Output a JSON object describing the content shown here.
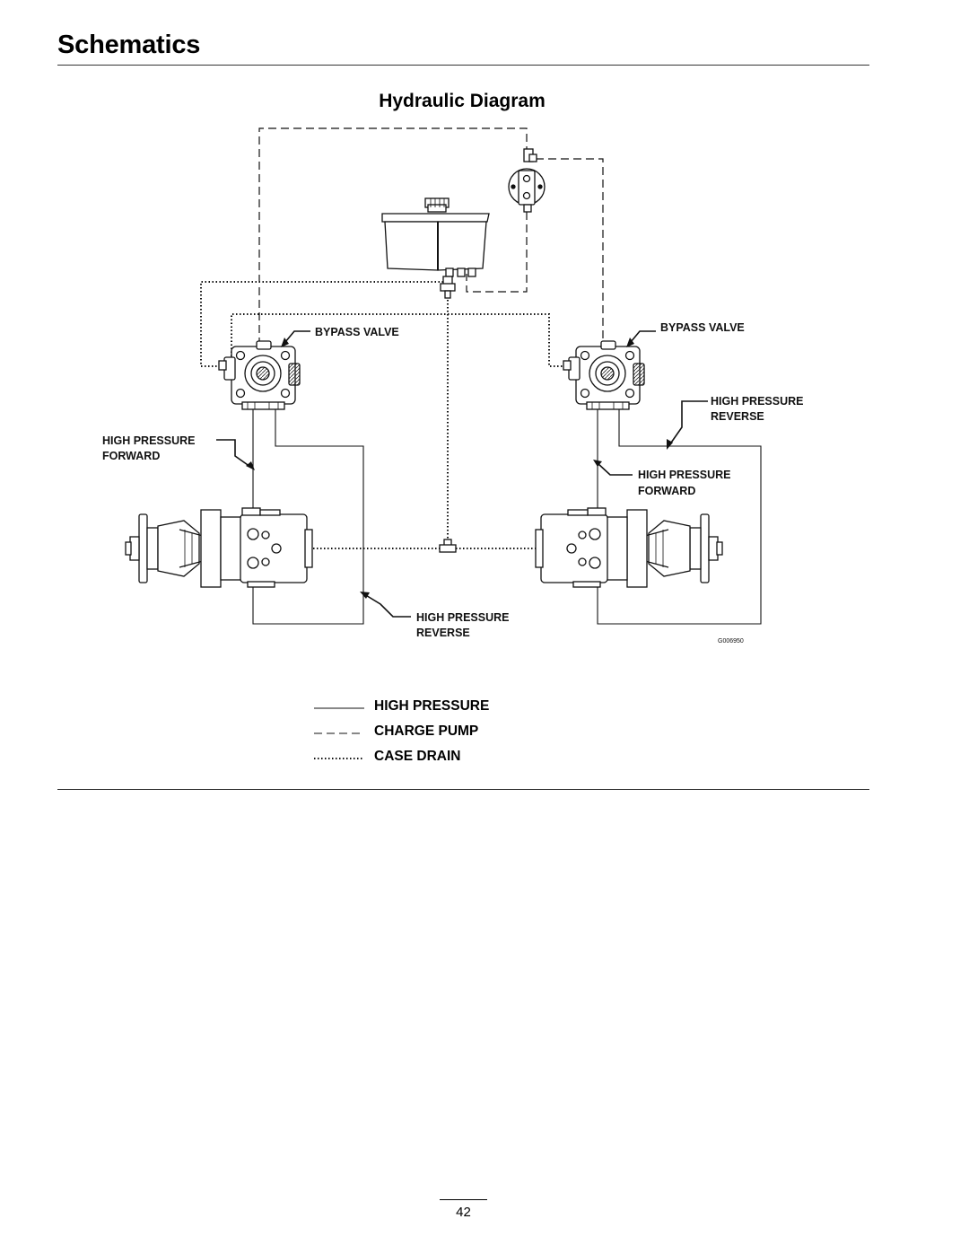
{
  "header": {
    "section_title": "Schematics"
  },
  "figure": {
    "title": "Hydraulic Diagram",
    "labels": {
      "bypass_valve_left": "BYPASS VALVE",
      "bypass_valve_right": "BYPASS VALVE",
      "hp_forward_left_line1": "HIGH PRESSURE",
      "hp_forward_left_line2": "FORWARD",
      "hp_reverse_right_line1": "HIGH PRESSURE",
      "hp_reverse_right_line2": "REVERSE",
      "hp_forward_right_line1": "HIGH PRESSURE",
      "hp_forward_right_line2": "FORWARD",
      "hp_reverse_bottom_line1": "HIGH PRESSURE",
      "hp_reverse_bottom_line2": "REVERSE",
      "drawing_code": "G006950"
    },
    "legend": [
      {
        "line_style": "solid",
        "label": "HIGH PRESSURE"
      },
      {
        "line_style": "dashed",
        "label": "CHARGE PUMP"
      },
      {
        "line_style": "dotted",
        "label": "CASE DRAIN"
      }
    ]
  },
  "footer": {
    "page_number": "42"
  }
}
